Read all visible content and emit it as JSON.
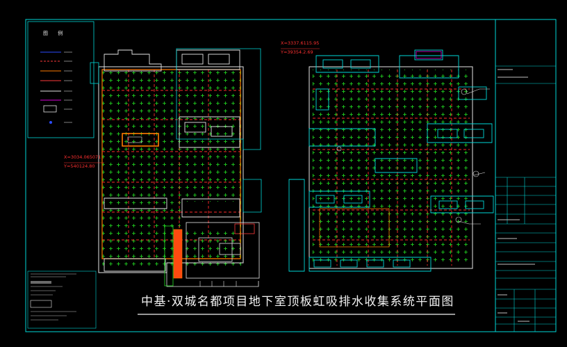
{
  "title": "中基·双城名都项目地下室顶板虹吸排水收集系统平面图",
  "legend": {
    "heading": "图  例",
    "items": [
      {
        "line_color": "#2b4cff",
        "label": ""
      },
      {
        "line_color": "#ff3a3a",
        "label": ""
      },
      {
        "line_color": "#ff7a00",
        "label": ""
      },
      {
        "line_color": "#ff3a3a",
        "label": ""
      },
      {
        "line_color": "#e6e6e6",
        "label": ""
      },
      {
        "line_color": "#d800d8",
        "label": ""
      }
    ]
  },
  "annotations": {
    "left_coords": [
      "X=3034.065071",
      "Y=540124.80"
    ],
    "right_coords": [
      "X=3337.6115.95",
      "Y=39354.2.69"
    ]
  },
  "colors": {
    "frame": "#00d8d8",
    "grid": "#ff2a2a",
    "plant": "#22e022",
    "pipe": "#ff7a00",
    "wall": "#e6e6e6",
    "accent_blue": "#2b4cff",
    "accent_magenta": "#d800d8"
  }
}
